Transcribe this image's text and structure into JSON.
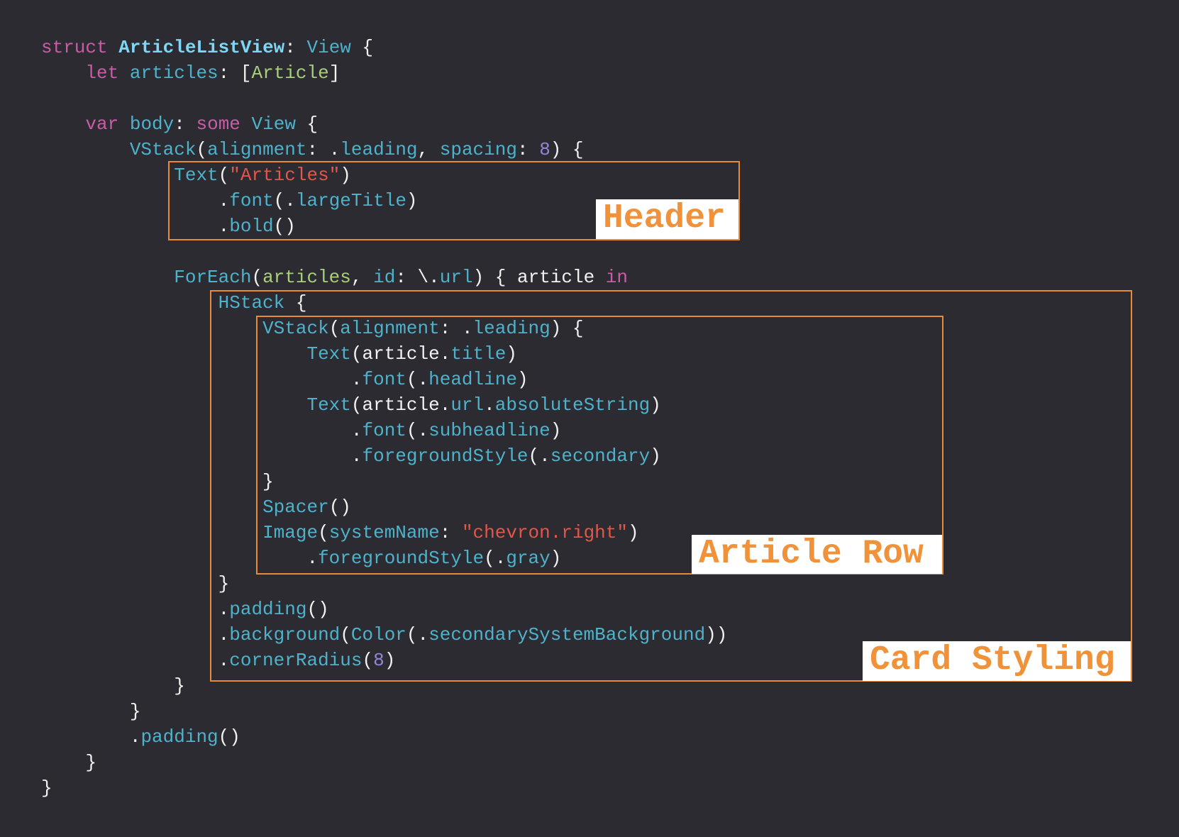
{
  "colors": {
    "background": "#2c2b31",
    "annotation": "#e98a35",
    "annotation_text": "#f0923a"
  },
  "annotations": {
    "header": "Header",
    "article_row": "Article Row",
    "card_styling": "Card Styling"
  },
  "code_lines": [
    [
      [
        "struct",
        "kw"
      ],
      [
        " ",
        "pl"
      ],
      [
        "ArticleListView",
        "type"
      ],
      [
        ": ",
        "pl"
      ],
      [
        "View",
        "id"
      ],
      [
        " {",
        "pl"
      ]
    ],
    [
      [
        "    ",
        "pl"
      ],
      [
        "let",
        "kw"
      ],
      [
        " ",
        "pl"
      ],
      [
        "articles",
        "id"
      ],
      [
        ": [",
        "pl"
      ],
      [
        "Article",
        "gr"
      ],
      [
        "]",
        "pl"
      ]
    ],
    [],
    [
      [
        "    ",
        "pl"
      ],
      [
        "var",
        "kw"
      ],
      [
        " ",
        "pl"
      ],
      [
        "body",
        "id"
      ],
      [
        ": ",
        "pl"
      ],
      [
        "some",
        "kw"
      ],
      [
        " ",
        "pl"
      ],
      [
        "View",
        "id"
      ],
      [
        " {",
        "pl"
      ]
    ],
    [
      [
        "        ",
        "pl"
      ],
      [
        "VStack",
        "id"
      ],
      [
        "(",
        "pl"
      ],
      [
        "alignment",
        "id"
      ],
      [
        ": .",
        "pl"
      ],
      [
        "leading",
        "id"
      ],
      [
        ", ",
        "pl"
      ],
      [
        "spacing",
        "id"
      ],
      [
        ": ",
        "pl"
      ],
      [
        "8",
        "num"
      ],
      [
        ") {",
        "pl"
      ]
    ],
    [
      [
        "            ",
        "pl"
      ],
      [
        "Text",
        "id"
      ],
      [
        "(",
        "pl"
      ],
      [
        "\"Articles\"",
        "str"
      ],
      [
        ")",
        "pl"
      ]
    ],
    [
      [
        "                .",
        "pl"
      ],
      [
        "font",
        "id"
      ],
      [
        "(.",
        "pl"
      ],
      [
        "largeTitle",
        "id"
      ],
      [
        ")",
        "pl"
      ]
    ],
    [
      [
        "                .",
        "pl"
      ],
      [
        "bold",
        "id"
      ],
      [
        "()",
        "pl"
      ]
    ],
    [],
    [
      [
        "            ",
        "pl"
      ],
      [
        "ForEach",
        "id"
      ],
      [
        "(",
        "pl"
      ],
      [
        "articles",
        "gr"
      ],
      [
        ", ",
        "pl"
      ],
      [
        "id",
        "id"
      ],
      [
        ": \\.",
        "pl"
      ],
      [
        "url",
        "id"
      ],
      [
        ") { article ",
        "pl"
      ],
      [
        "in",
        "kw"
      ]
    ],
    [
      [
        "                ",
        "pl"
      ],
      [
        "HStack",
        "id"
      ],
      [
        " {",
        "pl"
      ]
    ],
    [
      [
        "                    ",
        "pl"
      ],
      [
        "VStack",
        "id"
      ],
      [
        "(",
        "pl"
      ],
      [
        "alignment",
        "id"
      ],
      [
        ": .",
        "pl"
      ],
      [
        "leading",
        "id"
      ],
      [
        ") {",
        "pl"
      ]
    ],
    [
      [
        "                        ",
        "pl"
      ],
      [
        "Text",
        "id"
      ],
      [
        "(article.",
        "pl"
      ],
      [
        "title",
        "id"
      ],
      [
        ")",
        "pl"
      ]
    ],
    [
      [
        "                            .",
        "pl"
      ],
      [
        "font",
        "id"
      ],
      [
        "(.",
        "pl"
      ],
      [
        "headline",
        "id"
      ],
      [
        ")",
        "pl"
      ]
    ],
    [
      [
        "                        ",
        "pl"
      ],
      [
        "Text",
        "id"
      ],
      [
        "(article.",
        "pl"
      ],
      [
        "url",
        "id"
      ],
      [
        ".",
        "pl"
      ],
      [
        "absoluteString",
        "id"
      ],
      [
        ")",
        "pl"
      ]
    ],
    [
      [
        "                            .",
        "pl"
      ],
      [
        "font",
        "id"
      ],
      [
        "(.",
        "pl"
      ],
      [
        "subheadline",
        "id"
      ],
      [
        ")",
        "pl"
      ]
    ],
    [
      [
        "                            .",
        "pl"
      ],
      [
        "foregroundStyle",
        "id"
      ],
      [
        "(.",
        "pl"
      ],
      [
        "secondary",
        "id"
      ],
      [
        ")",
        "pl"
      ]
    ],
    [
      [
        "                    }",
        "pl"
      ]
    ],
    [
      [
        "                    ",
        "pl"
      ],
      [
        "Spacer",
        "id"
      ],
      [
        "()",
        "pl"
      ]
    ],
    [
      [
        "                    ",
        "pl"
      ],
      [
        "Image",
        "id"
      ],
      [
        "(",
        "pl"
      ],
      [
        "systemName",
        "id"
      ],
      [
        ": ",
        "pl"
      ],
      [
        "\"chevron.right\"",
        "str"
      ],
      [
        ")",
        "pl"
      ]
    ],
    [
      [
        "                        .",
        "pl"
      ],
      [
        "foregroundStyle",
        "id"
      ],
      [
        "(.",
        "pl"
      ],
      [
        "gray",
        "id"
      ],
      [
        ")",
        "pl"
      ]
    ],
    [
      [
        "                }",
        "pl"
      ]
    ],
    [
      [
        "                .",
        "pl"
      ],
      [
        "padding",
        "id"
      ],
      [
        "()",
        "pl"
      ]
    ],
    [
      [
        "                .",
        "pl"
      ],
      [
        "background",
        "id"
      ],
      [
        "(",
        "pl"
      ],
      [
        "Color",
        "id"
      ],
      [
        "(.",
        "pl"
      ],
      [
        "secondarySystemBackground",
        "id"
      ],
      [
        "))",
        "pl"
      ]
    ],
    [
      [
        "                .",
        "pl"
      ],
      [
        "cornerRadius",
        "id"
      ],
      [
        "(",
        "pl"
      ],
      [
        "8",
        "num"
      ],
      [
        ")",
        "pl"
      ]
    ],
    [
      [
        "            }",
        "pl"
      ]
    ],
    [
      [
        "        }",
        "pl"
      ]
    ],
    [
      [
        "        .",
        "pl"
      ],
      [
        "padding",
        "id"
      ],
      [
        "()",
        "pl"
      ]
    ],
    [
      [
        "    }",
        "pl"
      ]
    ],
    [
      [
        "}",
        "pl"
      ]
    ]
  ]
}
